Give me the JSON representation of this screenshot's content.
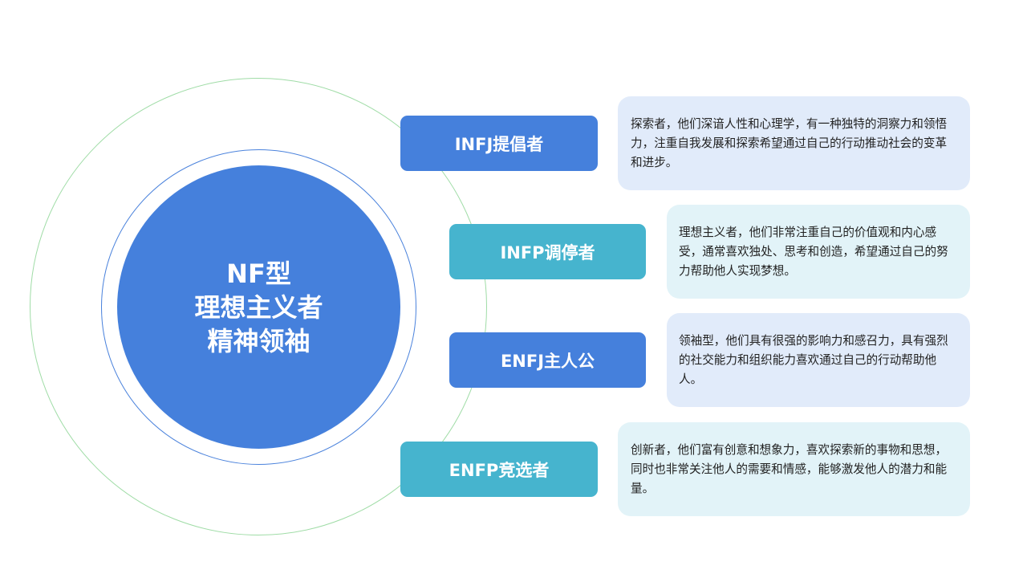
{
  "center": {
    "line1": "NF型",
    "line2": "理想主义者",
    "line3": "精神领袖"
  },
  "types": [
    {
      "label": "INFJ提倡者",
      "description": "探索者，他们深谙人性和心理学，有一种独特的洞察力和领悟力，注重自我发展和探索希望通过自己的行动推动社会的变革和进步。"
    },
    {
      "label": "INFP调停者",
      "description": "理想主义者，他们非常注重自己的价值观和内心感受，通常喜欢独处、思考和创造，希望通过自己的努力帮助他人实现梦想。"
    },
    {
      "label": "ENFJ主人公",
      "description": "领袖型，他们具有很强的影响力和感召力，具有强烈的社交能力和组织能力喜欢通过自己的行动帮助他人。"
    },
    {
      "label": "ENFP竞选者",
      "description": "创新者，他们富有创意和想象力，喜欢探索新的事物和思想，同时也非常关注他人的需要和情感，能够激发他人的潜力和能量。"
    }
  ],
  "colors": {
    "blue": "#4580dc",
    "teal": "#46b4ce",
    "light_blue": "#e1ebfa",
    "light_teal": "#e2f3f8",
    "outer_ring": "#9fdca6"
  }
}
